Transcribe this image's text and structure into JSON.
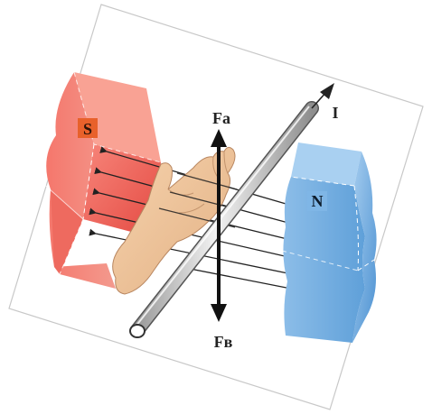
{
  "labels": {
    "force_up": "Fa",
    "force_down": "Fв",
    "pole_south": "S",
    "pole_north": "N",
    "current": "I"
  },
  "colors": {
    "south_pole": "#ef5a52",
    "south_pole_light": "#f48a7e",
    "south_label_bg": "#e8612b",
    "north_pole": "#5b9fd8",
    "north_pole_light": "#8ec1ea",
    "north_label_bg": "#7fb6e6",
    "field_lines": "#222222",
    "rod": "#cfcfcf",
    "hand_skin": "#f2c9a0"
  },
  "icons": {
    "hand": "left-hand-rule-hand-icon",
    "conductor": "conductor-rod-icon"
  }
}
